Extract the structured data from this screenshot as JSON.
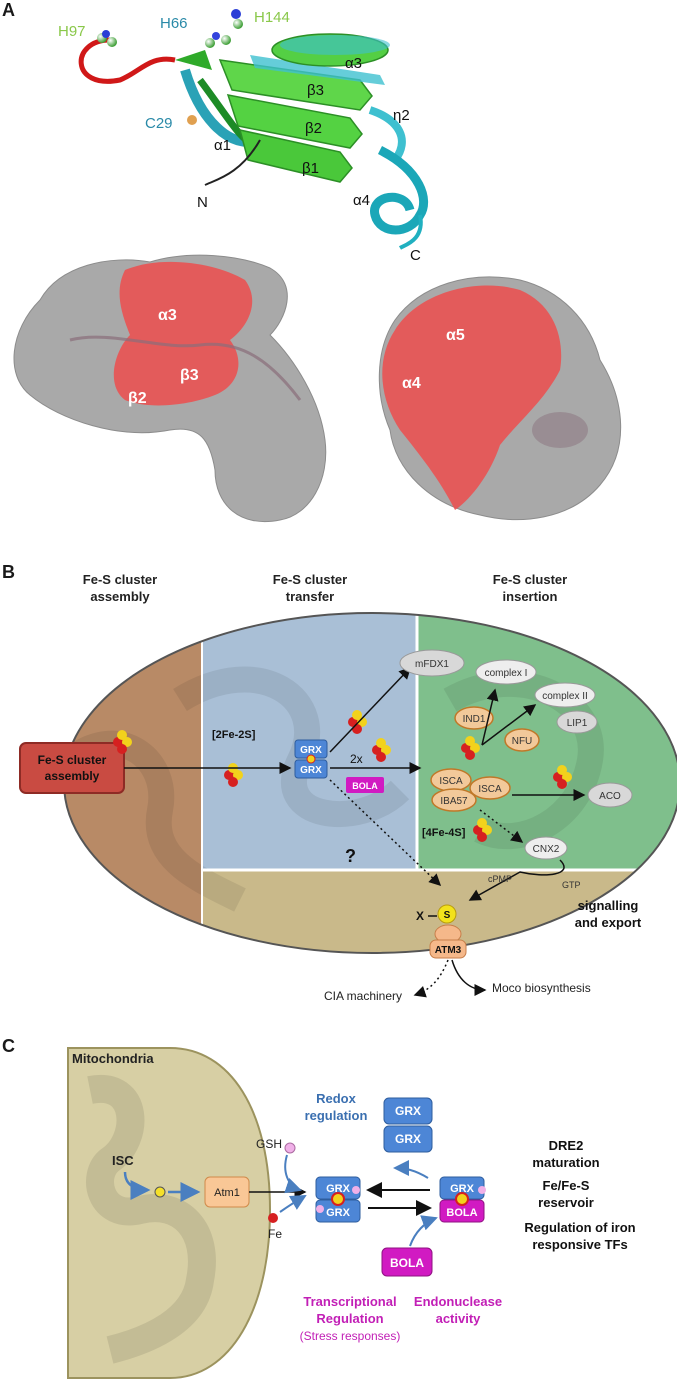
{
  "panel_a": {
    "letter": "A",
    "residues": {
      "h97": "H97",
      "h66": "H66",
      "h144": "H144",
      "c29": "C29"
    },
    "structure_labels": {
      "alpha3": "α3",
      "beta3": "β3",
      "beta2": "β2",
      "beta1": "β1",
      "eta2": "η2",
      "alpha1": "α1",
      "alpha4": "α4",
      "n_term": "N",
      "c_term": "C"
    },
    "surface_left": {
      "alpha3": "α3",
      "beta3": "β3",
      "beta2": "β2"
    },
    "surface_right": {
      "alpha5": "α5",
      "alpha4": "α4"
    }
  },
  "panel_b": {
    "letter": "B",
    "headers": {
      "assembly": [
        "Fe-S cluster",
        "assembly"
      ],
      "transfer": [
        "Fe-S cluster",
        "transfer"
      ],
      "insertion": [
        "Fe-S cluster",
        "insertion"
      ]
    },
    "assembly_box": [
      "Fe-S cluster",
      "assembly"
    ],
    "fe2s2": "[2Fe-2S]",
    "fe4s4": "[4Fe-4S]",
    "grx": "GRX",
    "two_x": "2x",
    "bola": "BOLA",
    "question": "?",
    "mfdx1": "mFDX1",
    "complex1": "complex I",
    "complex2": "complex II",
    "lip1": "LIP1",
    "ind1": "IND1",
    "nfu": "NFU",
    "isca": "ISCA",
    "iba57": "IBA57",
    "aco": "ACO",
    "cnx2": "CNX2",
    "cpmp": "cPMP",
    "gtp": "GTP",
    "x_label": "X",
    "s_label": "S",
    "atm3": "ATM3",
    "signalling": [
      "signalling",
      "and export"
    ],
    "cia": "CIA machinery",
    "moco": "Moco biosynthesis"
  },
  "panel_c": {
    "letter": "C",
    "mitochondria": "Mitochondria",
    "isc": "ISC",
    "atm1": "Atm1",
    "gsh": "GSH",
    "fe": "Fe",
    "redox": [
      "Redox",
      "regulation"
    ],
    "grx": "GRX",
    "bola": "BOLA",
    "dre2": [
      "DRE2",
      "maturation"
    ],
    "reservoir": [
      "Fe/Fe-S",
      "reservoir"
    ],
    "iron_tfs": [
      "Regulation of iron",
      "responsive TFs"
    ],
    "transcriptional": [
      "Transcriptional",
      "Regulation"
    ],
    "stress": "(Stress responses)",
    "endonuclease": [
      "Endonuclease",
      "activity"
    ]
  },
  "colors": {
    "green_protein": "#4ccd3a",
    "cyan_protein": "#22b8c8",
    "red_loop": "#d01818",
    "surface_grey": "#a9a9a9",
    "surface_red": "#e85555",
    "assembly_region": "#b88a66",
    "transfer_region": "#a9bfd6",
    "insertion_region": "#7fbf8c",
    "export_region": "#c9b98a",
    "grx_blue": "#4d86d6",
    "bola_magenta": "#d11ac2",
    "atm_orange": "#f5b88a",
    "mito_tan": "#d7cfa4",
    "label_cyan": "#2a8aa8",
    "label_green": "#8ac84a",
    "redox_blue": "#3a6fb0",
    "magenta_text": "#c21fb6"
  }
}
